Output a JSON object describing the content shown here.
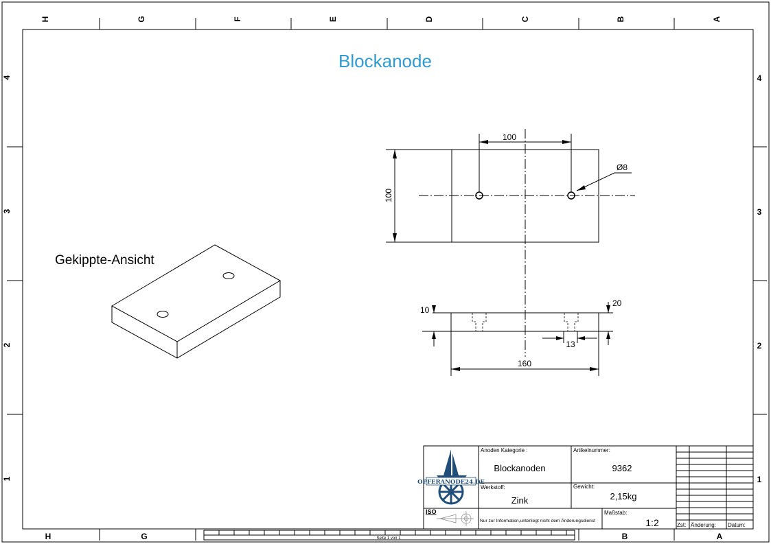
{
  "title": "Blockanode",
  "iso_view_label": "Gekippte-Ansicht",
  "columns_top": [
    "H",
    "G",
    "F",
    "E",
    "D",
    "C",
    "B",
    "A"
  ],
  "columns_bottom": [
    "H",
    "G",
    "B",
    "A"
  ],
  "rows": [
    "4",
    "3",
    "2",
    "1"
  ],
  "dimensions": {
    "hole_spacing": "100",
    "height": "100",
    "hole_diameter": "Ø8",
    "thickness_total": "20",
    "thickness_side": "10",
    "counterbore": "13",
    "length": "160"
  },
  "title_block": {
    "logo_text": "OPFERANODE24.DE",
    "category_label": "Anoden Kategorie :",
    "category_value": "Blockanoden",
    "article_label": "Artikelnummer:",
    "article_value": "9362",
    "material_label": "Werkstoff:",
    "material_value": "Zink",
    "weight_label": "Gewicht:",
    "weight_value": "2,15kg",
    "iso_label": "ISO",
    "note": "Nur zur Information,unterliegt nicht dem Änderungsdienst",
    "scale_label": "Maßstab:",
    "scale_value": "1:2",
    "rev_zst": "Zst:",
    "rev_change": "Änderung:",
    "rev_date": "Datum:"
  },
  "page_info": "Seite 1 von 1",
  "colors": {
    "title": "#2f9bd3",
    "logo": "#1f4e7a"
  }
}
